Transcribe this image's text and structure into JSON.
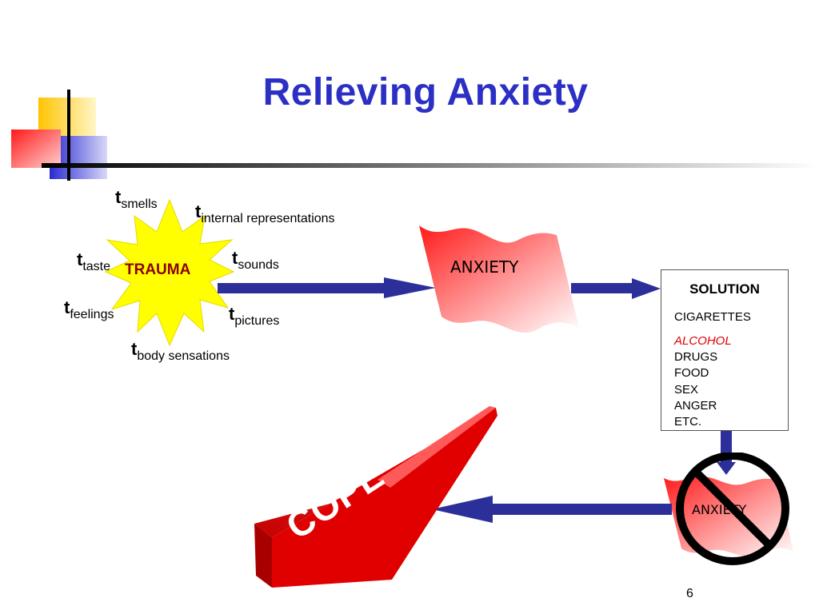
{
  "slide": {
    "title": "Relieving Anxiety",
    "page_number": "6"
  },
  "colors": {
    "title": "#2c2fc4",
    "arrow": "#2c2f9a",
    "starburst": "#ffff00",
    "trauma_text": "#8b0000",
    "banner_red": "#ff1a1a",
    "alcohol_text": "#e00000",
    "cope_red": "#e00000"
  },
  "trauma": {
    "label": "TRAUMA",
    "senses": [
      {
        "t": "t",
        "text": "smells"
      },
      {
        "t": "t",
        "text": "internal representations"
      },
      {
        "t": "t",
        "text": "taste"
      },
      {
        "t": "t",
        "text": "sounds"
      },
      {
        "t": "t",
        "text": "feelings"
      },
      {
        "t": "t",
        "text": "pictures"
      },
      {
        "t": "t",
        "text": "body sensations"
      }
    ]
  },
  "anxiety_banner": {
    "label": "ANXIETY"
  },
  "solution": {
    "title": "SOLUTION",
    "items": [
      "CIGARETTES",
      "ALCOHOL",
      "DRUGS",
      "FOOD",
      "SEX",
      "ANGER",
      "ETC."
    ]
  },
  "crossed_anxiety": {
    "label": "ANXIETY",
    "icon": "prohibition-icon"
  },
  "cope": {
    "label": "COPE"
  }
}
